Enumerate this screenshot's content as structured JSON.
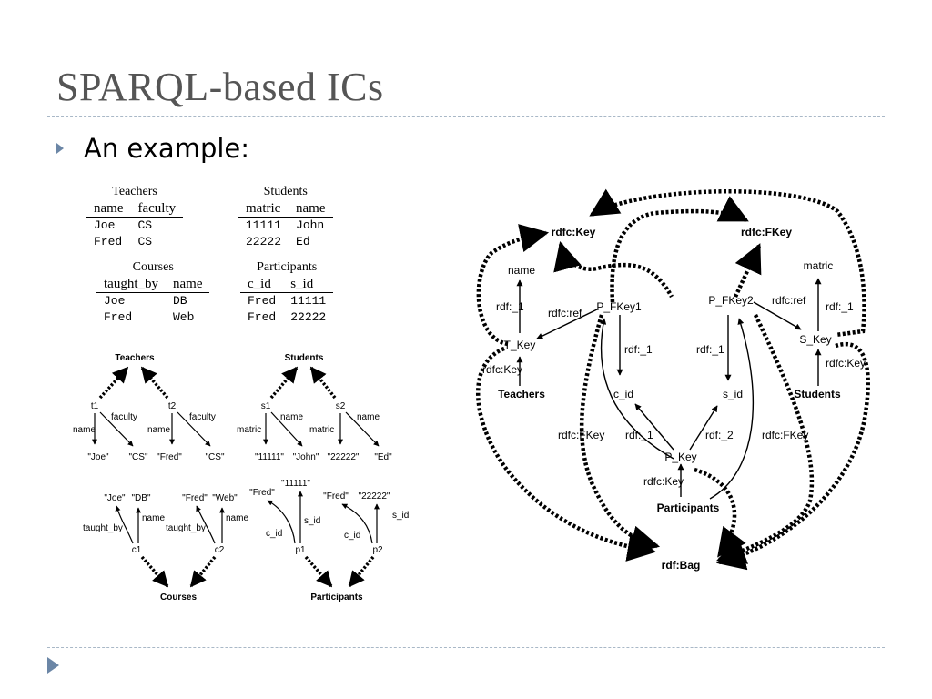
{
  "slide": {
    "title": "SPARQL-based ICs",
    "bullet": "An example:"
  },
  "tables": {
    "teachers": {
      "caption": "Teachers",
      "headers": [
        "name",
        "faculty"
      ],
      "rows": [
        [
          "Joe",
          "CS"
        ],
        [
          "Fred",
          "CS"
        ]
      ]
    },
    "students": {
      "caption": "Students",
      "headers": [
        "matric",
        "name"
      ],
      "rows": [
        [
          "11111",
          "John"
        ],
        [
          "22222",
          "Ed"
        ]
      ]
    },
    "courses": {
      "caption": "Courses",
      "headers": [
        "taught_by",
        "name"
      ],
      "rows": [
        [
          "Joe",
          "DB"
        ],
        [
          "Fred",
          "Web"
        ]
      ]
    },
    "participants": {
      "caption": "Participants",
      "headers": [
        "c_id",
        "s_id"
      ],
      "rows": [
        [
          "Fred",
          "11111"
        ],
        [
          "Fred",
          "22222"
        ]
      ]
    }
  },
  "instance_graphs": {
    "teachers": {
      "class": "Teachers",
      "nodes": [
        "t1",
        "t2"
      ],
      "props": [
        "name",
        "faculty"
      ],
      "values": [
        "\"Joe\"",
        "\"CS\"",
        "\"Fred\"",
        "\"CS\""
      ]
    },
    "students": {
      "class": "Students",
      "nodes": [
        "s1",
        "s2"
      ],
      "props": [
        "matric",
        "name"
      ],
      "values": [
        "\"11111\"",
        "\"John\"",
        "\"22222\"",
        "\"Ed\""
      ]
    },
    "courses": {
      "class": "Courses",
      "nodes": [
        "c1",
        "c2"
      ],
      "props": [
        "taught_by",
        "name"
      ],
      "values": [
        "\"Joe\"",
        "\"DB\"",
        "\"Fred\"",
        "\"Web\""
      ]
    },
    "participants": {
      "class": "Participants",
      "nodes": [
        "p1",
        "p2"
      ],
      "props": [
        "c_id",
        "s_id"
      ],
      "values": [
        "\"Fred\"",
        "\"11111\"",
        "\"Fred\"",
        "\"22222\""
      ]
    }
  },
  "schema_graph": {
    "nodes": {
      "rdfc_key": "rdfc:Key",
      "rdfc_fkey": "rdfc:FKey",
      "rdf_bag": "rdf:Bag",
      "t_key": "T_Key",
      "s_key": "S_Key",
      "p_key": "P_Key",
      "p_fkey1": "P_FKey1",
      "p_fkey2": "P_FKey2",
      "teachers": "Teachers",
      "students": "Students",
      "participants": "Participants",
      "name": "name",
      "matric": "matric",
      "c_id": "c_id",
      "s_id": "s_id"
    },
    "edges": {
      "rdf1": "rdf:_1",
      "rdf2": "rdf:_2",
      "rdfc_ref": "rdfc:ref",
      "rdfc_key": "rdfc:Key",
      "rdfc_fkey": "rdfc:FKey"
    }
  }
}
